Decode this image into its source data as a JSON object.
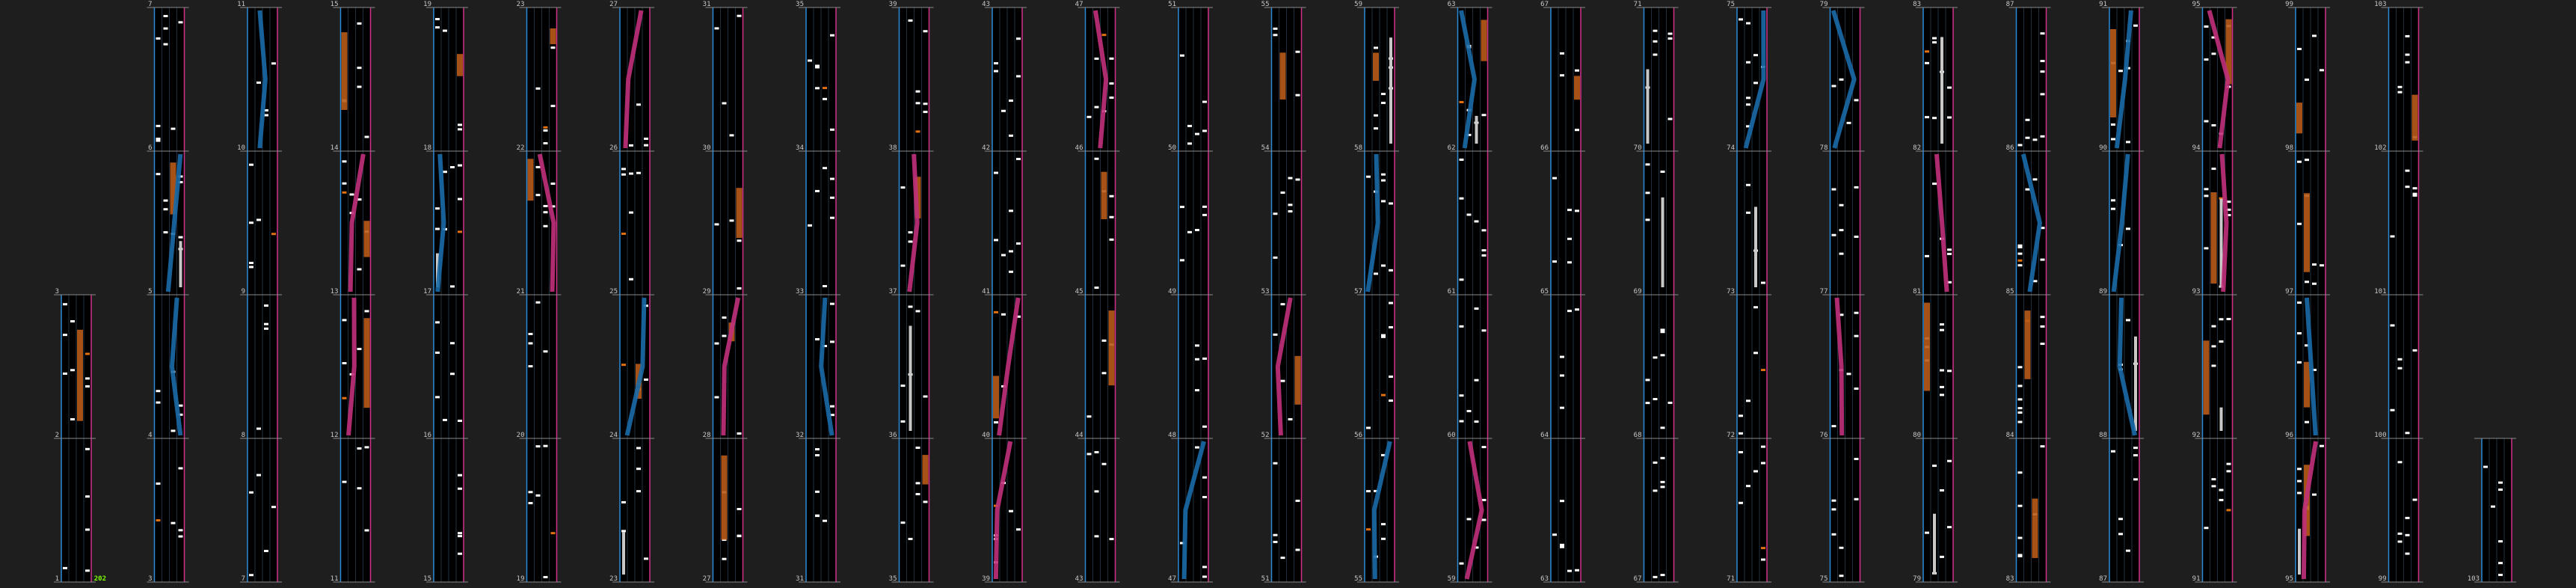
{
  "chart": {
    "type": "rhythm-chart-columns",
    "title": "",
    "measures_per_column": 4,
    "total_measures": 103,
    "combo_label": "202",
    "first_column": [
      "1",
      "2",
      "3"
    ],
    "colors": {
      "background": "#1e1e1e",
      "lane_bg": "#000000",
      "border": "#d0308a",
      "left_edge": "#2a8ad8",
      "tap_note": "#ffffff",
      "hold_note": "#c8c8c8",
      "chip": "#e07010",
      "slide_pink": "#c0307a",
      "slide_blue": "#1a6aa8",
      "orange_block": "#b85a18",
      "measure_line": "#8a8a8a",
      "grid": "#1f2f40",
      "combo_text": "#7cfc00"
    }
  }
}
